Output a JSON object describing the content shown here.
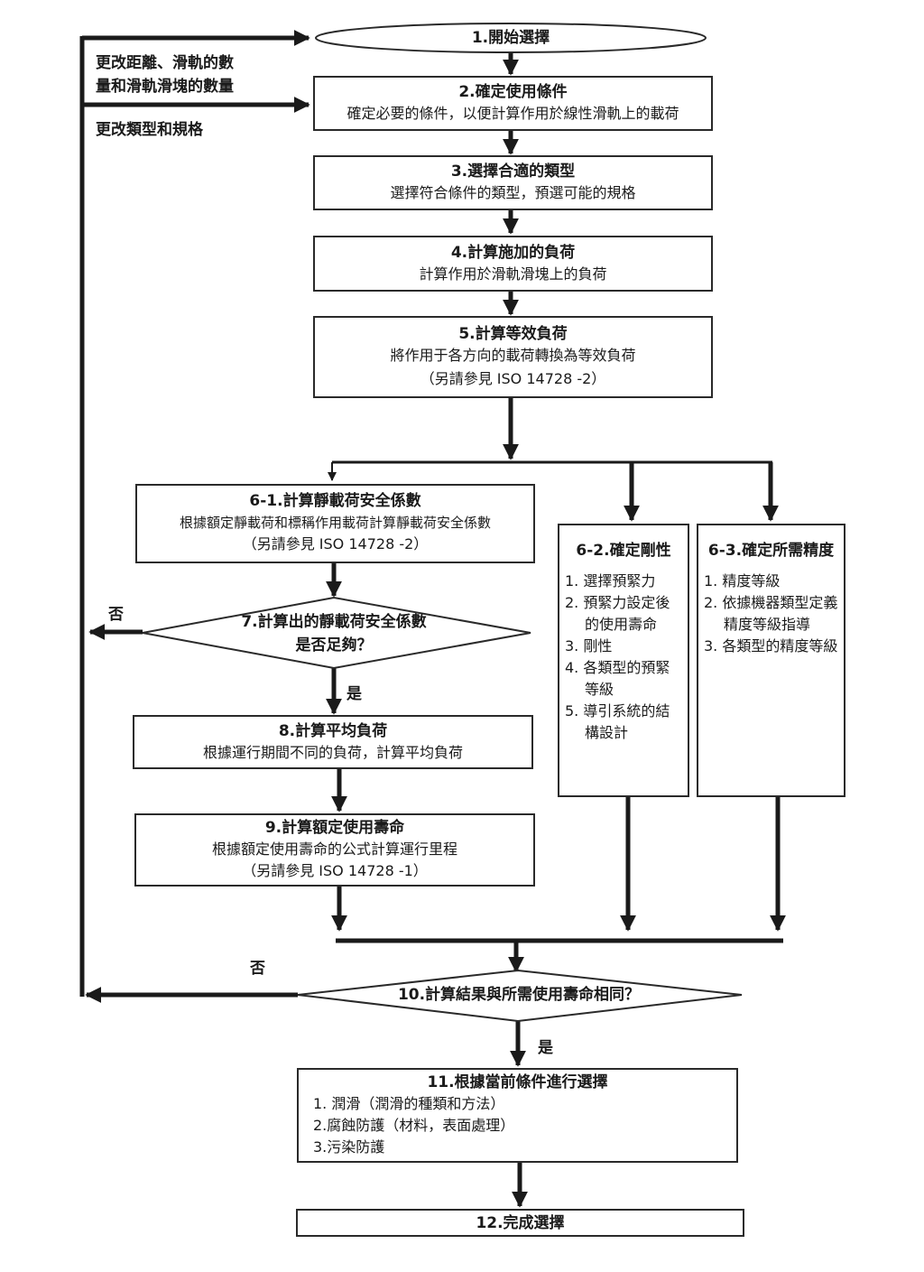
{
  "steps": {
    "s1": {
      "title": "1.開始選擇"
    },
    "s2": {
      "title": "2.確定使用條件",
      "body": "確定必要的條件，以便計算作用於線性滑軌上的載荷"
    },
    "s3": {
      "title": "3.選擇合適的類型",
      "body": "選擇符合條件的類型，預選可能的規格"
    },
    "s4": {
      "title": "4.計算施加的負荷",
      "body": "計算作用於滑軌滑塊上的負荷"
    },
    "s5": {
      "title": "5.計算等效負荷",
      "body": "將作用于各方向的載荷轉換為等效負荷",
      "ref": "（另請參見  ISO 14728 -2）"
    },
    "s61": {
      "title": "6-1.計算靜載荷安全係數",
      "body": "根據額定靜載荷和標稱作用載荷計算靜載荷安全係數",
      "ref": "（另請參見  ISO 14728 -2）"
    },
    "s62": {
      "title": "6-2.確定剛性",
      "items": [
        "1. 選擇預緊力",
        "2. 預緊力設定後的使用壽命",
        "3. 剛性",
        "4. 各類型的預緊等級",
        "5. 導引系統的結構設計"
      ]
    },
    "s63": {
      "title": "6-3.確定所需精度",
      "items": [
        "1. 精度等級",
        "2. 依據機器類型定義精度等級指導",
        "3. 各類型的精度等級"
      ]
    },
    "s7": {
      "line1": "7.計算出的靜載荷安全係數",
      "line2": "是否足夠？"
    },
    "s8": {
      "title": "8.計算平均負荷",
      "body": "根據運行期間不同的負荷，計算平均負荷"
    },
    "s9": {
      "title": "9.計算額定使用壽命",
      "body": "根據額定使用壽命的公式計算運行里程",
      "ref": "（另請參見  ISO 14728 -1）"
    },
    "s10": {
      "text": "10.計算結果與所需使用壽命相同？"
    },
    "s11": {
      "title": "11.根據當前條件進行選擇",
      "items": [
        "1. 潤滑（潤滑的種類和方法）",
        "2.腐蝕防護（材料，表面處理）",
        "3.污染防護"
      ]
    },
    "s12": {
      "title": "12.完成選擇"
    }
  },
  "labels": {
    "change_distance_l1": "更改距離、滑軌的數",
    "change_distance_l2": "量和滑軌滑塊的數量",
    "change_type": "更改類型和規格",
    "no_7": "否",
    "yes_7": "是",
    "no_10": "否",
    "yes_10": "是"
  }
}
